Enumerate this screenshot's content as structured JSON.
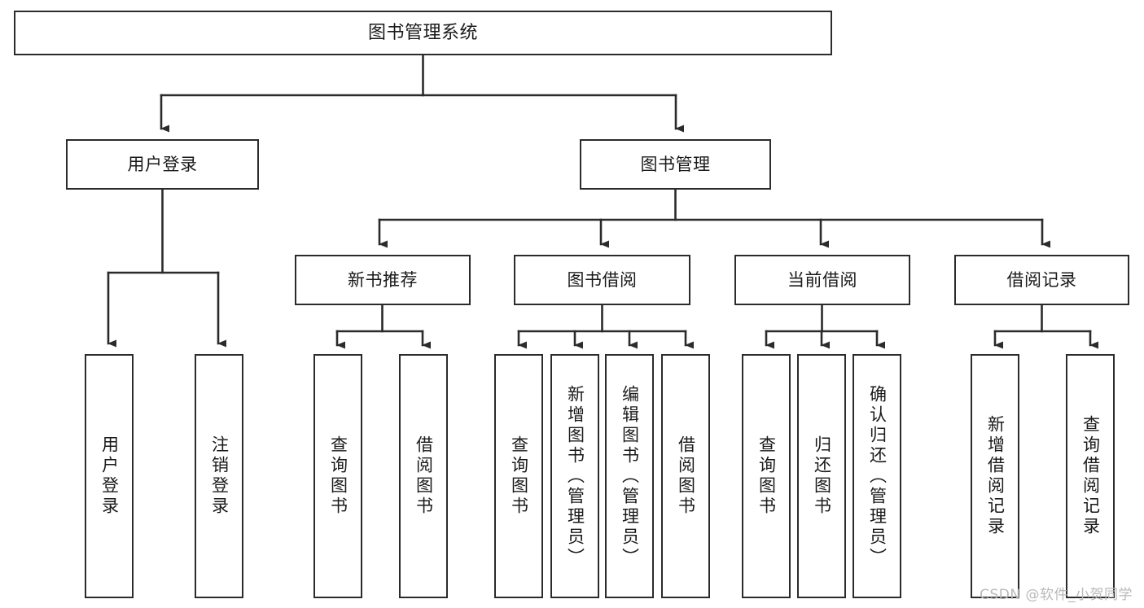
{
  "diagram": {
    "title": "图书管理系统",
    "type": "tree-hierarchy-chart",
    "watermark": "CSDN @软件_小贺同学",
    "colors": {
      "node_border": "#2b2b2b",
      "node_fill": "#ffffff",
      "edge": "#2b2b2b",
      "text": "#1a1a1a",
      "watermark": "#b9b9b9",
      "background": "#ffffff"
    },
    "nodes": {
      "root": {
        "label": "图书管理系统"
      },
      "level2": [
        {
          "label": "用户登录"
        },
        {
          "label": "图书管理"
        }
      ],
      "level3": [
        {
          "label": "新书推荐"
        },
        {
          "label": "图书借阅"
        },
        {
          "label": "当前借阅"
        },
        {
          "label": "借阅记录"
        }
      ],
      "leaves": {
        "user_login": [
          {
            "label": "用户登录"
          },
          {
            "label": "注销登录"
          }
        ],
        "new_book": [
          {
            "label": "查询图书"
          },
          {
            "label": "借阅图书"
          }
        ],
        "book_borrow": [
          {
            "label": "查询图书"
          },
          {
            "label": "新增图书（管理员）"
          },
          {
            "label": "编辑图书（管理员）"
          },
          {
            "label": "借阅图书"
          }
        ],
        "current_borrow": [
          {
            "label": "查询图书"
          },
          {
            "label": "归还图书"
          },
          {
            "label": "确认归还（管理员）"
          }
        ],
        "borrow_record": [
          {
            "label": "新增借阅记录"
          },
          {
            "label": "查询借阅记录"
          }
        ]
      }
    }
  }
}
